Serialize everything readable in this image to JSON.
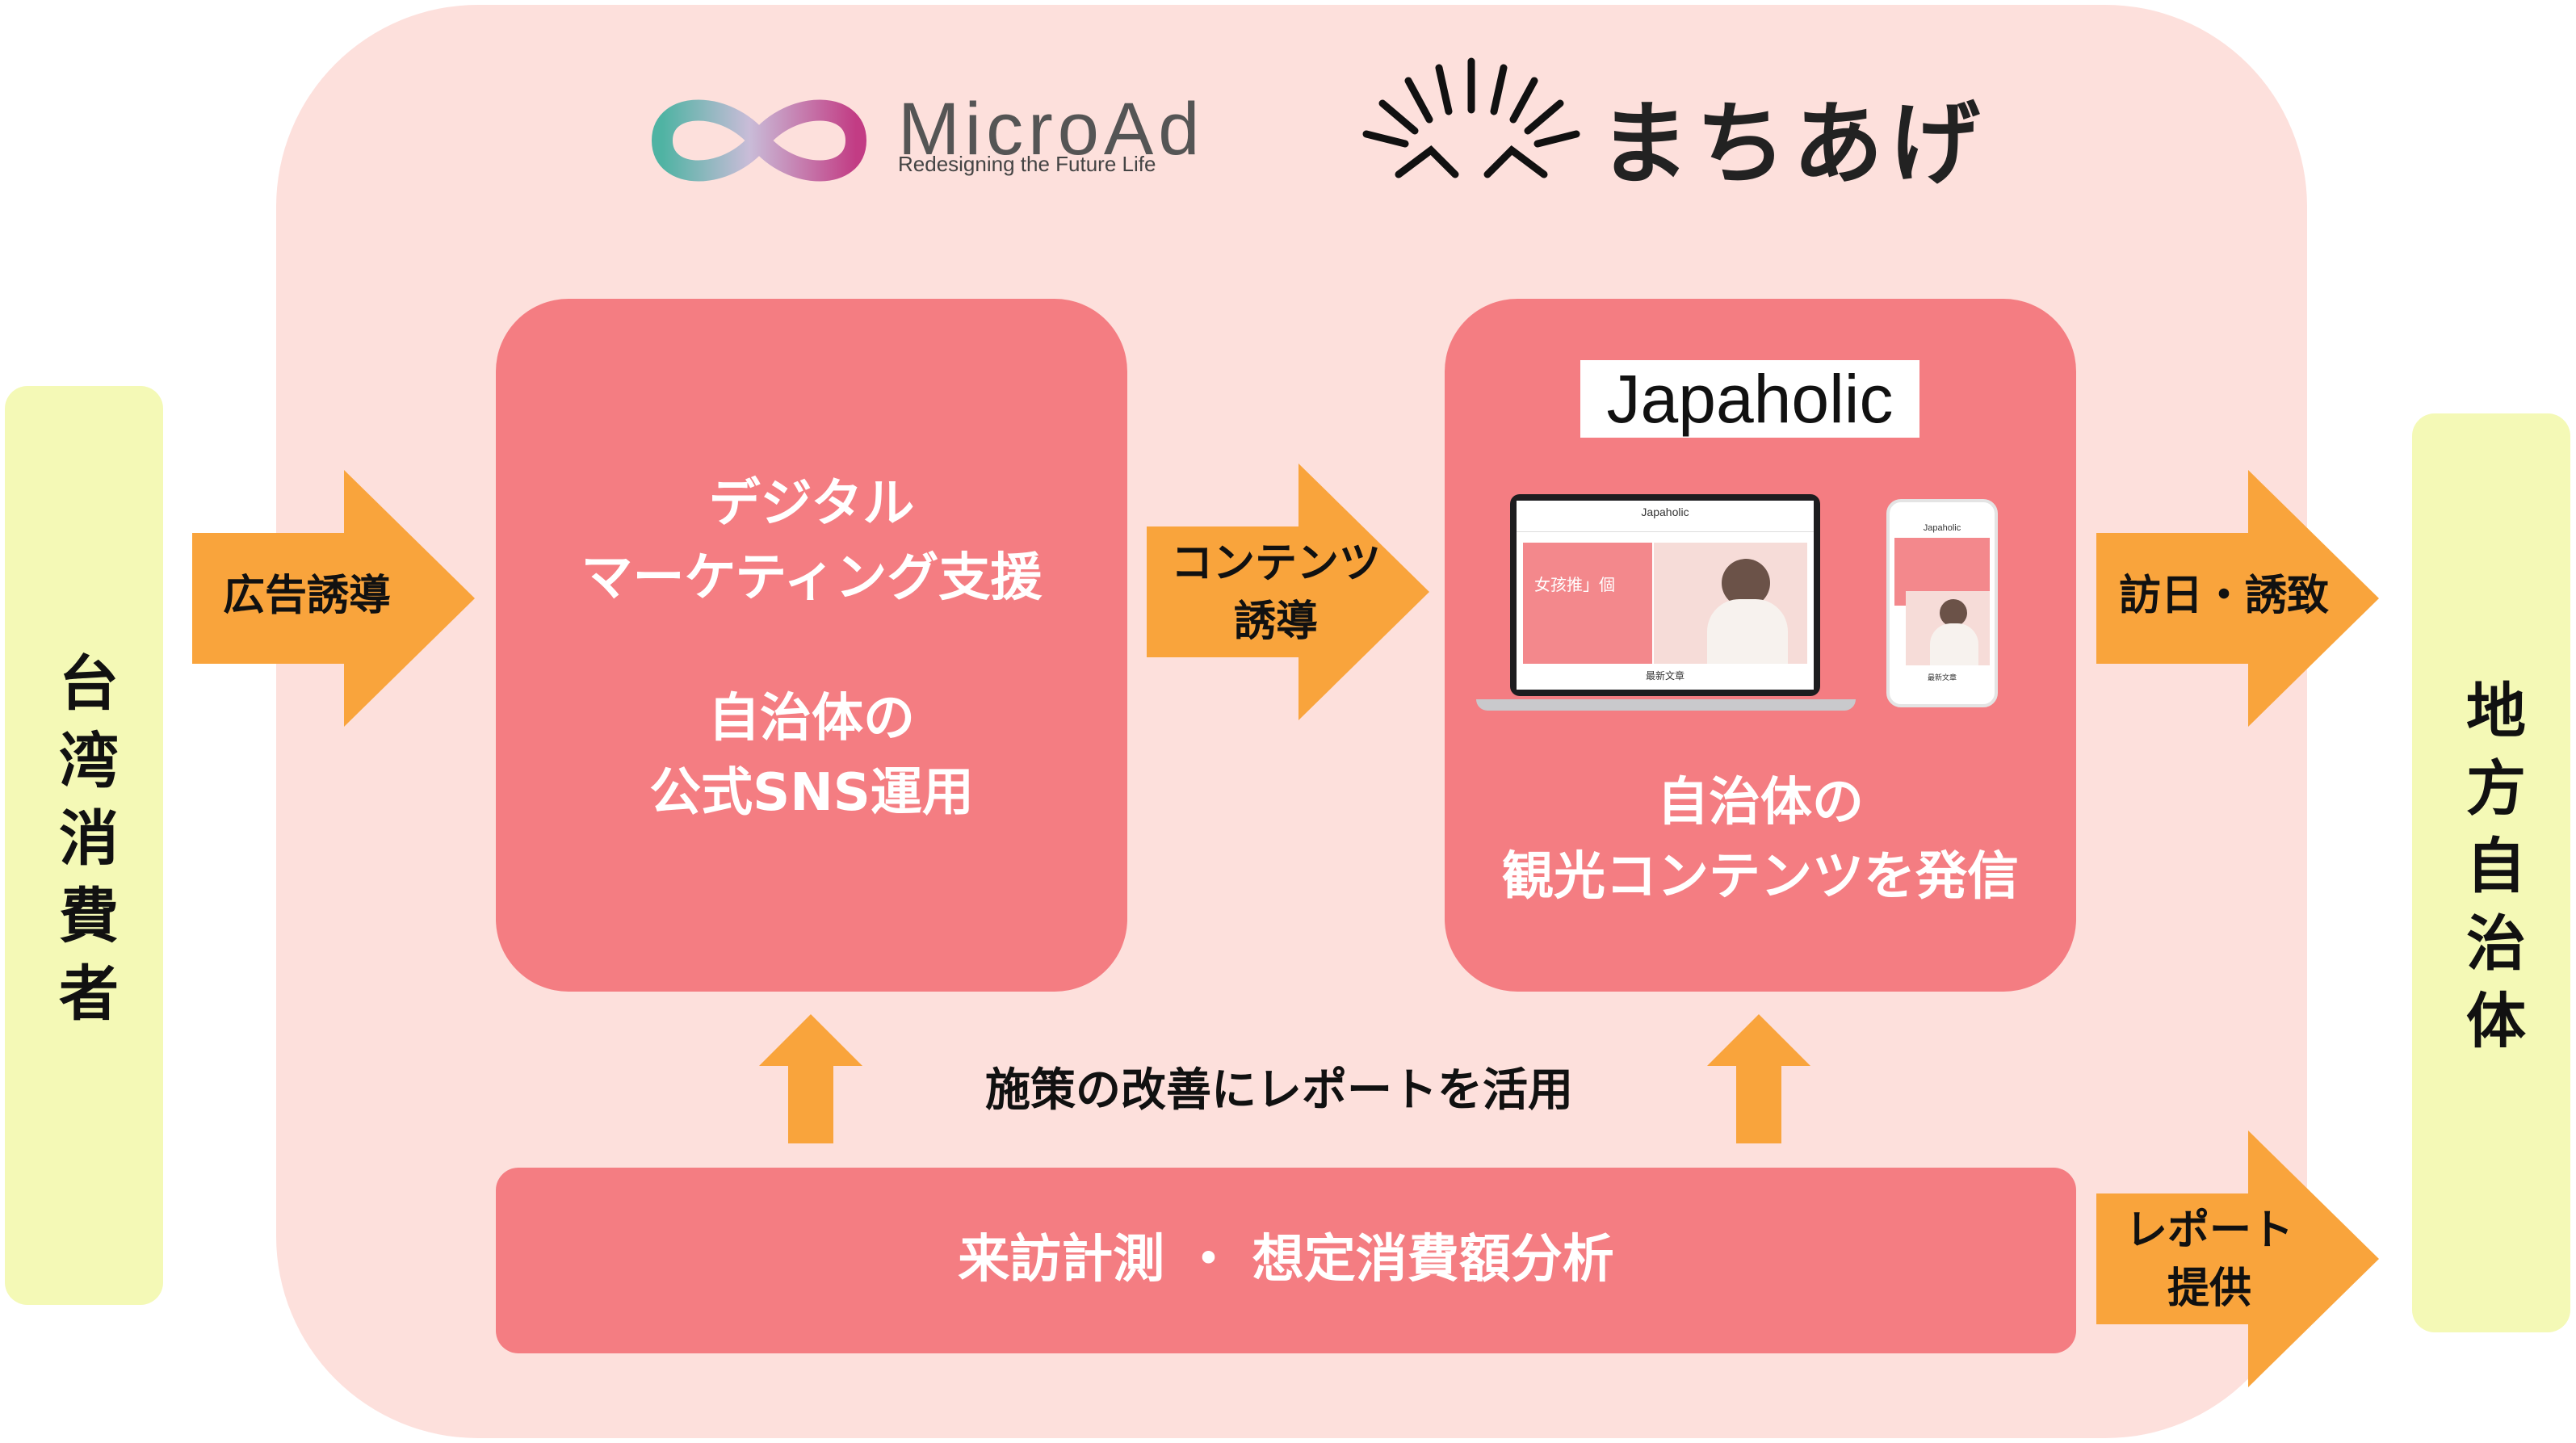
{
  "left_panel": {
    "label": "台湾消費者"
  },
  "right_panel": {
    "label": "地方自治体"
  },
  "logos": {
    "microad_name": "MicroAd",
    "microad_tagline": "Redesigning the Future Life",
    "machiage_name": "まちあげ",
    "japaholic_name": "Japaholic"
  },
  "boxes": {
    "digital_marketing": {
      "line1": "デジタル",
      "line2": "マーケティング支援",
      "line3": "自治体の",
      "line4": "公式SNS運用"
    },
    "tourism_content": {
      "line1": "自治体の",
      "line2": "観光コンテンツを発信"
    },
    "measurement": {
      "label": "来訪計測 ・ 想定消費額分析"
    }
  },
  "arrows": {
    "ad_induction": "広告誘導",
    "content_induction_1": "コンテンツ",
    "content_induction_2": "誘導",
    "visit_attract": "訪日・誘致",
    "report_1": "レポート",
    "report_2": "提供"
  },
  "feedback_note": "施策の改善にレポートを活用",
  "mockup": {
    "site_title": "Japaholic",
    "hero_text": "女孩推」個",
    "footer_text": "最新文章"
  },
  "colors": {
    "container_bg": "#fde0dc",
    "box_pink": "#f47d82",
    "arrow_orange": "#f9a43c",
    "side_panel": "#f4f9b6"
  }
}
